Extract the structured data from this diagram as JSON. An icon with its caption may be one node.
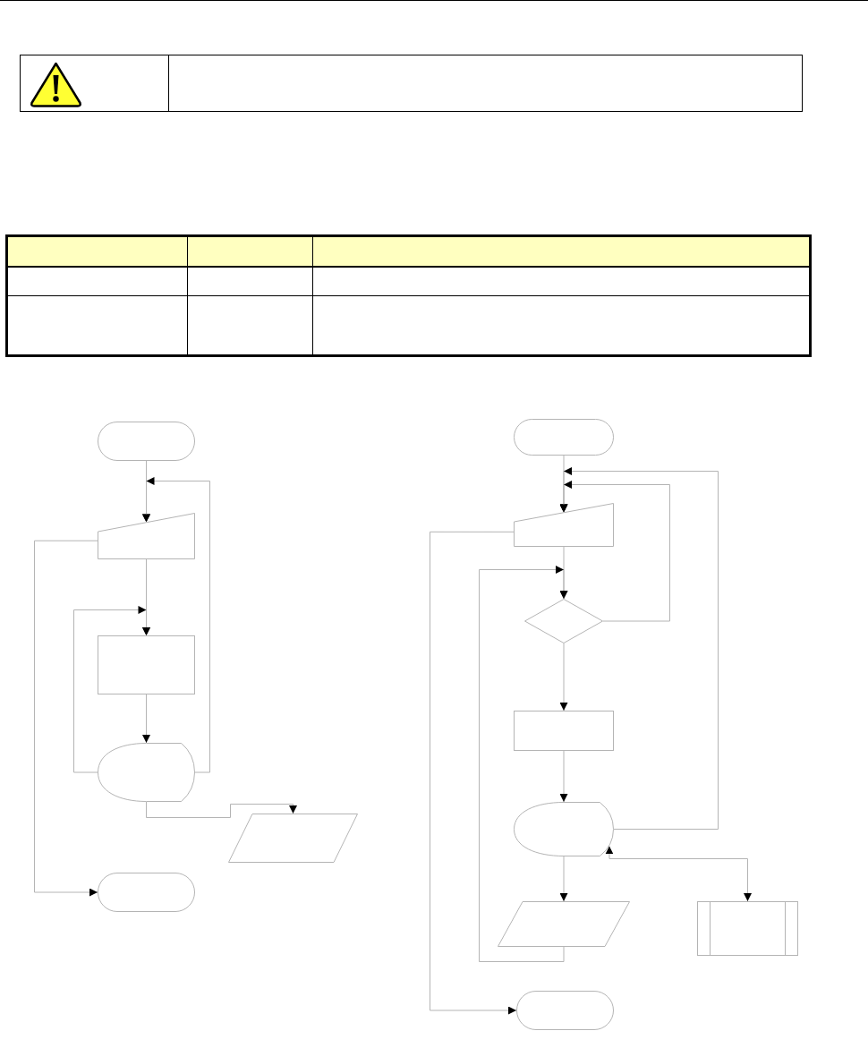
{
  "diagram": {
    "nodes": [
      {
        "text": [],
        "shape": "stadium"
      },
      {
        "text": [],
        "shape": "trapezoid"
      },
      {
        "text": [],
        "shape": "box"
      },
      {
        "text": [],
        "shape": "display"
      },
      {
        "text": [],
        "shape": "parallelogram"
      },
      {
        "text": [],
        "shape": "stadium"
      },
      {
        "text": [],
        "shape": "stadium"
      },
      {
        "text": [],
        "shape": "trapezoid"
      },
      {
        "text": [],
        "shape": "diamond"
      },
      {
        "text": [],
        "shape": "box"
      },
      {
        "text": [],
        "shape": "display"
      },
      {
        "text": [],
        "shape": "parallelogram"
      },
      {
        "text": [],
        "shape": "subroutine"
      },
      {
        "text": [],
        "shape": "stadium"
      }
    ],
    "edges": [
      {
        "from": 0,
        "to": 1,
        "arrow": "to"
      },
      {
        "from": 3,
        "to": 1,
        "arrow": "to"
      },
      {
        "from": 1,
        "to": 2,
        "arrow": "to"
      },
      {
        "from": 3,
        "to": 2,
        "arrow": "to"
      },
      {
        "from": 2,
        "to": 3,
        "arrow": "to"
      },
      {
        "from": 3,
        "to": 4,
        "arrow": "to"
      },
      {
        "from": 1,
        "to": 5,
        "arrow": "to"
      },
      {
        "from": 6,
        "to": 7,
        "arrow": "to"
      },
      {
        "from": 10,
        "to": 7,
        "arrow": "to"
      },
      {
        "from": 8,
        "to": 7,
        "arrow": "to"
      },
      {
        "from": 7,
        "to": 8,
        "arrow": "to"
      },
      {
        "from": 11,
        "to": 8,
        "arrow": "to"
      },
      {
        "from": 8,
        "to": 9,
        "arrow": "to"
      },
      {
        "from": 9,
        "to": 10,
        "arrow": "to"
      },
      {
        "from": 10,
        "to": 11,
        "arrow": "to"
      },
      {
        "from": 10,
        "to": 12,
        "arrow": "both"
      },
      {
        "from": 7,
        "to": 13,
        "arrow": "to"
      }
    ]
  }
}
